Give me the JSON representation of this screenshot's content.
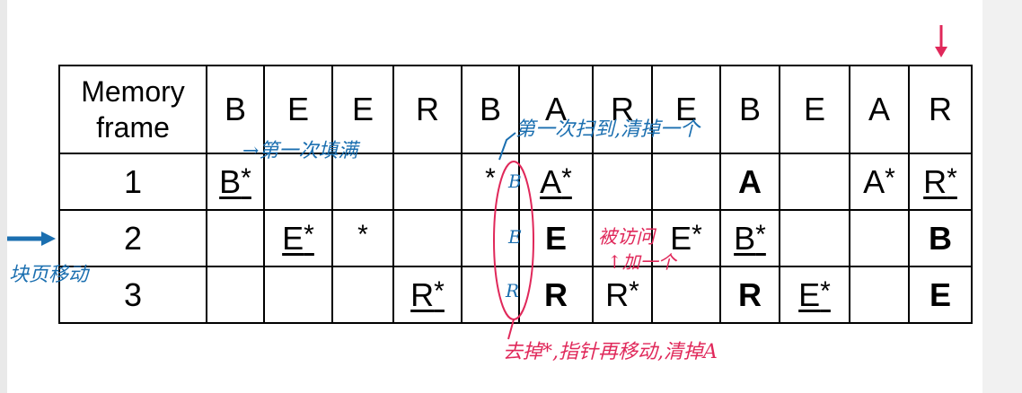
{
  "table": {
    "header_label_line1": "Memory",
    "header_label_line2": "frame",
    "reference_string": [
      "B",
      "E",
      "E",
      "R",
      "B",
      "A",
      "R",
      "E",
      "B",
      "E",
      "A",
      "R"
    ],
    "rows": [
      {
        "frame": "1",
        "cells": [
          {
            "text": "B",
            "mark": "*",
            "style": "purple-u"
          },
          {
            "text": "",
            "mark": "",
            "style": ""
          },
          {
            "text": "",
            "mark": "",
            "style": ""
          },
          {
            "text": "",
            "mark": "",
            "style": ""
          },
          {
            "text": "",
            "mark": "*",
            "style": "purple"
          },
          {
            "text": "A",
            "mark": "*",
            "style": "purple-u"
          },
          {
            "text": "",
            "mark": "",
            "style": ""
          },
          {
            "text": "",
            "mark": "",
            "style": ""
          },
          {
            "text": "A",
            "mark": "",
            "style": "blue-b"
          },
          {
            "text": "",
            "mark": "",
            "style": ""
          },
          {
            "text": "A",
            "mark": "*",
            "style": "purple"
          },
          {
            "text": "R",
            "mark": "*",
            "style": "purple-u"
          }
        ]
      },
      {
        "frame": "2",
        "cells": [
          {
            "text": "",
            "mark": "",
            "style": ""
          },
          {
            "text": "E",
            "mark": "*",
            "style": "purple-u"
          },
          {
            "text": "",
            "mark": "*",
            "style": "purple"
          },
          {
            "text": "",
            "mark": "",
            "style": ""
          },
          {
            "text": "",
            "mark": "",
            "style": ""
          },
          {
            "text": "E",
            "mark": "",
            "style": "blue-b"
          },
          {
            "text": "",
            "mark": "",
            "style": ""
          },
          {
            "text": "E",
            "mark": "*",
            "style": "purple"
          },
          {
            "text": "B",
            "mark": "*",
            "style": "purple-u"
          },
          {
            "text": "",
            "mark": "",
            "style": ""
          },
          {
            "text": "",
            "mark": "",
            "style": ""
          },
          {
            "text": "B",
            "mark": "",
            "style": "blue-b"
          }
        ]
      },
      {
        "frame": "3",
        "cells": [
          {
            "text": "",
            "mark": "",
            "style": ""
          },
          {
            "text": "",
            "mark": "",
            "style": ""
          },
          {
            "text": "",
            "mark": "",
            "style": ""
          },
          {
            "text": "R",
            "mark": "*",
            "style": "purple-u"
          },
          {
            "text": "",
            "mark": "",
            "style": ""
          },
          {
            "text": "R",
            "mark": "",
            "style": "blue-b"
          },
          {
            "text": "R",
            "mark": "*",
            "style": "purple"
          },
          {
            "text": "",
            "mark": "",
            "style": ""
          },
          {
            "text": "R",
            "mark": "",
            "style": "blue-b"
          },
          {
            "text": "E",
            "mark": "*",
            "style": "purple-u"
          },
          {
            "text": "",
            "mark": "",
            "style": ""
          },
          {
            "text": "E",
            "mark": "",
            "style": "blue-b"
          }
        ]
      }
    ]
  },
  "annotations": {
    "note_first_fill": "→第一次填满",
    "note_first_scan_clear": "第一次扫到,清掉一个",
    "note_pointer_move": "块页移动",
    "note_circle_letters": [
      "B",
      "E",
      "R"
    ],
    "note_accessed": "被访问",
    "note_add_one": "↑加一个",
    "note_bottom": "去掉*,指针再移动,清掉A",
    "colors": {
      "blue_ink": "#1b6fb0",
      "red_ink": "#e0285a",
      "purple_text": "#b57fe0",
      "blue_text": "#1f6fc0"
    }
  }
}
